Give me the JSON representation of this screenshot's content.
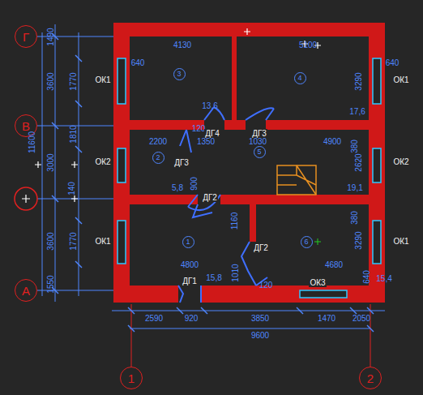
{
  "diagram": {
    "nodes": [
      {
        "text": [
          "Г"
        ]
      },
      {
        "text": [
          "В"
        ]
      },
      {
        "text": [
          "А"
        ]
      },
      {
        "text": [
          "1"
        ]
      },
      {
        "text": [
          "2"
        ]
      },
      {
        "text": [
          "3"
        ]
      },
      {
        "text": [
          "4"
        ]
      },
      {
        "text": [
          "2"
        ]
      },
      {
        "text": [
          "5"
        ]
      },
      {
        "text": [
          "1"
        ]
      },
      {
        "text": [
          "6"
        ]
      }
    ],
    "labels": [
      "1490",
      "3600",
      "1770",
      "1810",
      "11600",
      "3000",
      "140",
      "3600",
      "1770",
      "1550",
      "4130",
      "5100",
      "640",
      "640",
      "ОК1",
      "ОК1",
      "3290",
      "13,6",
      "17,6",
      "120",
      "ДГ4",
      "ДГ3",
      "2200",
      "1350",
      "1030",
      "4900",
      "380",
      "ОК2",
      "ДГ3",
      "2620",
      "ОК2",
      "5,8",
      "900",
      "19,1",
      "ДГ2",
      "1160",
      "380",
      "ОК1",
      "ОК1",
      "3290",
      "ДГ2",
      "4800",
      "4680",
      "1010",
      "15,8",
      "120",
      "ОК3",
      "640",
      "15,4",
      "ДГ1",
      "2590",
      "920",
      "3850",
      "1470",
      "2050",
      "9600"
    ]
  }
}
